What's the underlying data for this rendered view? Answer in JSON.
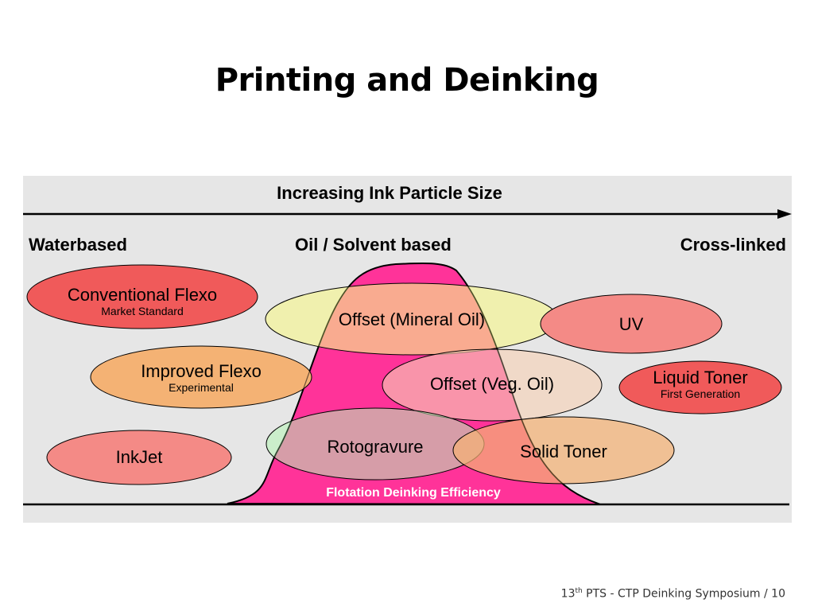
{
  "slide": {
    "title": "Printing and Deinking",
    "footer": {
      "number": "13",
      "superscript": "th",
      "text": " PTS - CTP Deinking Symposium / 10"
    }
  },
  "diagram": {
    "axis_label": "Increasing Ink Particle Size",
    "categories": {
      "left": "Waterbased",
      "center": "Oil / Solvent based",
      "right": "Cross-linked"
    },
    "curve_label": "Flotation Deinking Efficiency",
    "colors": {
      "panel": "#e6e6e6",
      "curve": "#ff3399",
      "red": "#f05a5a",
      "salmon": "#f48a86",
      "orange": "#f4b274",
      "yellow": "#f5f58a",
      "peach": "#f6d0b4",
      "green": "#b4f4b4"
    },
    "ellipses": {
      "conventional_flexo": {
        "label": "Conventional Flexo",
        "sub": "Market Standard"
      },
      "improved_flexo": {
        "label": "Improved Flexo",
        "sub": "Experimental"
      },
      "inkjet": {
        "label": "InkJet"
      },
      "offset_mineral": {
        "label": "Offset (Mineral Oil)"
      },
      "offset_veg": {
        "label": "Offset (Veg. Oil)"
      },
      "rotogravure": {
        "label": "Rotogravure"
      },
      "solid_toner": {
        "label": "Solid Toner"
      },
      "uv": {
        "label": "UV"
      },
      "liquid_toner": {
        "label": "Liquid Toner",
        "sub": "First Generation"
      }
    }
  }
}
